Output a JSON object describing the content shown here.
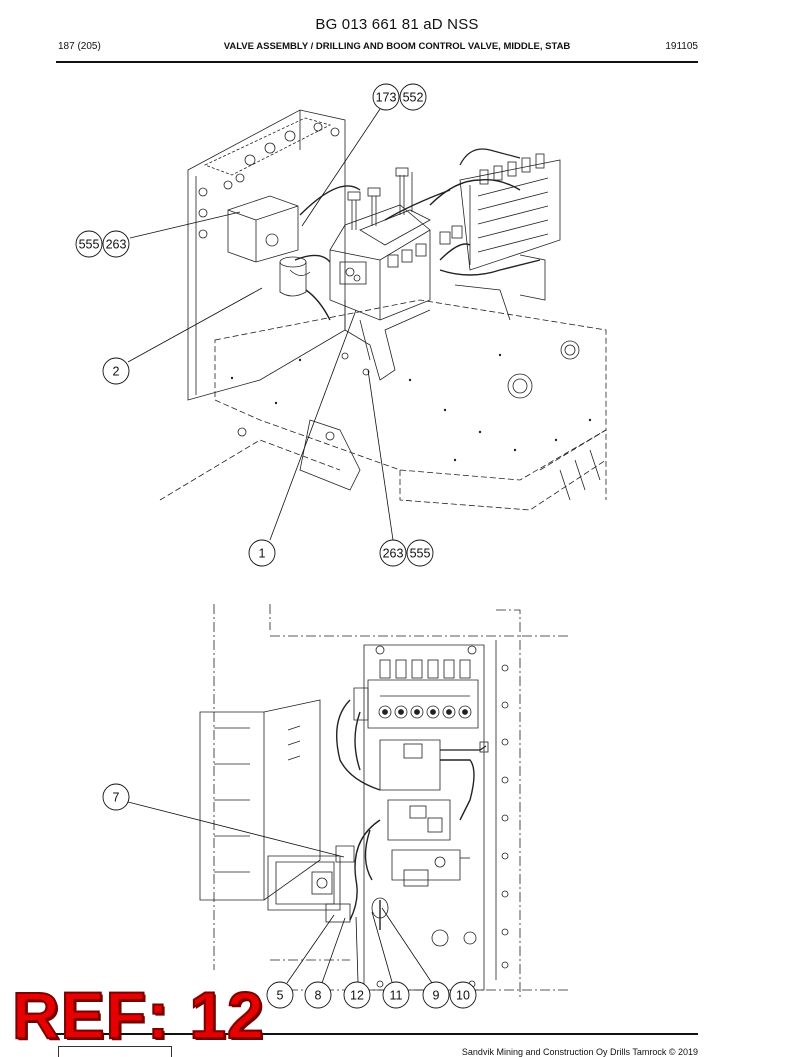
{
  "header": {
    "title": "BG 013 661 81 aD NSS",
    "page_ref": "187 (205)",
    "description": "VALVE ASSEMBLY / DRILLING AND BOOM CONTROL VALVE, MIDDLE, STAB",
    "date_code": "191105"
  },
  "callouts": {
    "top": [
      "173",
      "552",
      "555",
      "263",
      "2",
      "1",
      "263",
      "555"
    ],
    "bottom": [
      "7",
      "5",
      "8",
      "12",
      "11",
      "9",
      "10"
    ]
  },
  "stamp": {
    "text": "REF: 12",
    "color": "#e60000"
  },
  "footer": {
    "copyright": "Sandvik Mining and Construction Oy Drills Tamrock © 2019"
  }
}
